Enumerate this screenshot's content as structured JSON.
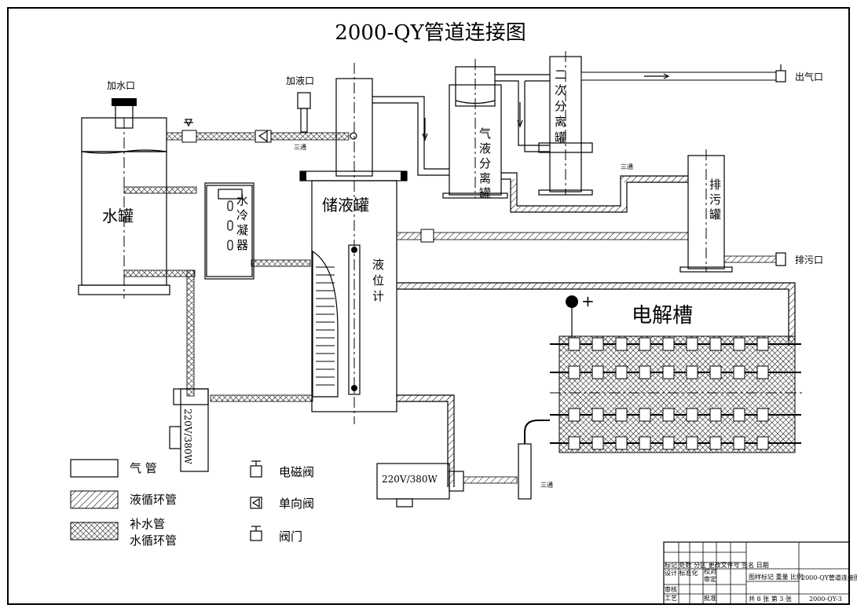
{
  "title": "2000-QY管道连接图",
  "labels": {
    "water_inlet": "加水口",
    "liquid_inlet": "加液口",
    "water_tank": "水罐",
    "liquid_tank": "储液罐",
    "condenser": "水冷凝器",
    "level_gauge": "液位计",
    "gas_sep": "气液分离罐",
    "second_sep": "二次分离罐",
    "drain_tank": "排污罐",
    "gas_outlet": "出气口",
    "drain_outlet": "排污口",
    "electrolyzer": "电解槽",
    "plus": "+",
    "tee1": "三通",
    "tee2": "三通",
    "tee3": "三通",
    "pump1": "220V/380W",
    "pump2": "220V/380W"
  },
  "legend": {
    "gas_pipe": "气  管",
    "liquid_pipe": "液循环管",
    "water_pipe_1": "补水管",
    "water_pipe_2": "水循环管",
    "solenoid": "电磁阀",
    "check_valve": "单向阀",
    "valve": "阀门"
  },
  "title_block": {
    "drawing_name": "2000-QY管道连接图",
    "drawing_no": "2000-QY-3",
    "sheet_info": "共 8 张  第 3 张",
    "header": "标记 处数 分区 更改文件号 签名 日期",
    "marks": "图样标记  重量  比例",
    "r1": "设计 标准化",
    "r2": "审核",
    "r3": "工艺",
    "r4": "批准",
    "c1": "审定",
    "c2": "校对"
  },
  "colors": {
    "line": "#000000",
    "background": "#ffffff"
  }
}
